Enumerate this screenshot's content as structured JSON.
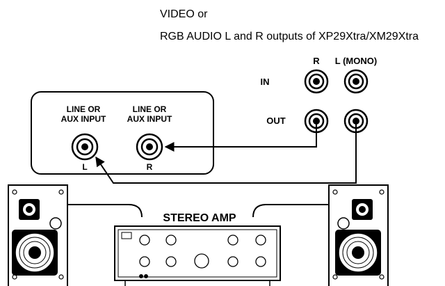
{
  "caption": {
    "line1": "VIDEO or",
    "line2": "RGB AUDIO L and R outputs of XP29Xtra/XM29Xtra"
  },
  "tv_jacks": {
    "label_r": "R",
    "label_l": "L (MONO)",
    "label_in": "IN",
    "label_out": "OUT"
  },
  "receiver_panel": {
    "left_input_line1": "LINE OR",
    "left_input_line2": "AUX INPUT",
    "left_channel": "L",
    "right_input_line1": "LINE OR",
    "right_input_line2": "AUX INPUT",
    "right_channel": "R"
  },
  "amplifier": {
    "label": "STEREO  AMP"
  },
  "icons": [
    "rca-jack-icon",
    "speaker-icon",
    "arrow-icon"
  ]
}
